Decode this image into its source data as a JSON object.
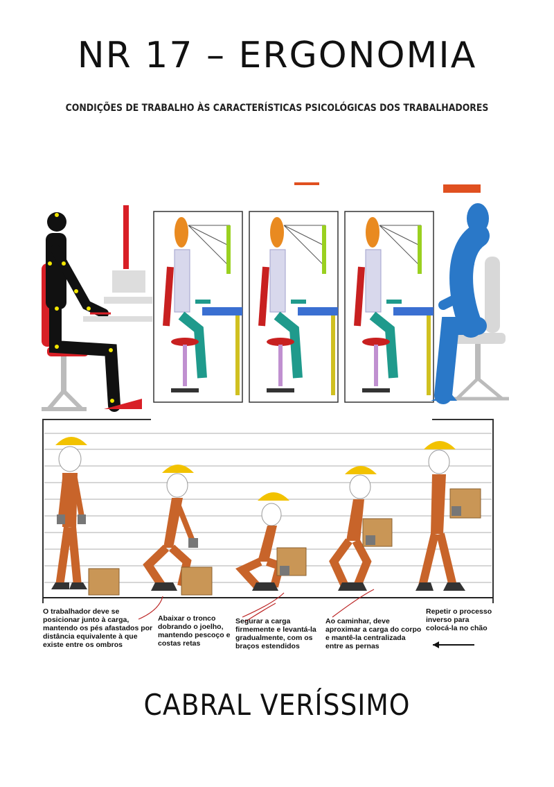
{
  "cover": {
    "title": "NR 17 – ERGONOMIA",
    "subtitle": "CONDIÇÕES DE TRABALHO ÀS CARACTERÍSTICAS  PSICOLÓGICAS DOS TRABALHADORES",
    "author": "CABRAL VERÍSSIMO"
  },
  "lifting_steps": [
    {
      "caption": "O trabalhador deve se\nposicionar junto à carga,\nmantendo os pés afastados por\ndistância equivalente à que\nexiste entre os ombros"
    },
    {
      "caption": "Abaixar o tronco\ndobrando o joelho,\nmantendo pescoço e\ncostas retas"
    },
    {
      "caption": "Segurar a carga\nfirmemente e levantá-la\ngradualmente, com os\nbraços estendidos"
    },
    {
      "caption": "Ao caminhar, deve\naproximar a carga do corpo\ne mantê-la centralizada\nentre as pernas"
    },
    {
      "caption": "Repetir o processo\ninverso para\ncolocá-la no chão"
    }
  ],
  "colors": {
    "helmet": "#f2c200",
    "suit": "#c8642a",
    "box": "#c99656",
    "chair_red": "#d81f26",
    "figure_blue": "#2a78c8",
    "desk_blue": "#3a6fd1"
  }
}
